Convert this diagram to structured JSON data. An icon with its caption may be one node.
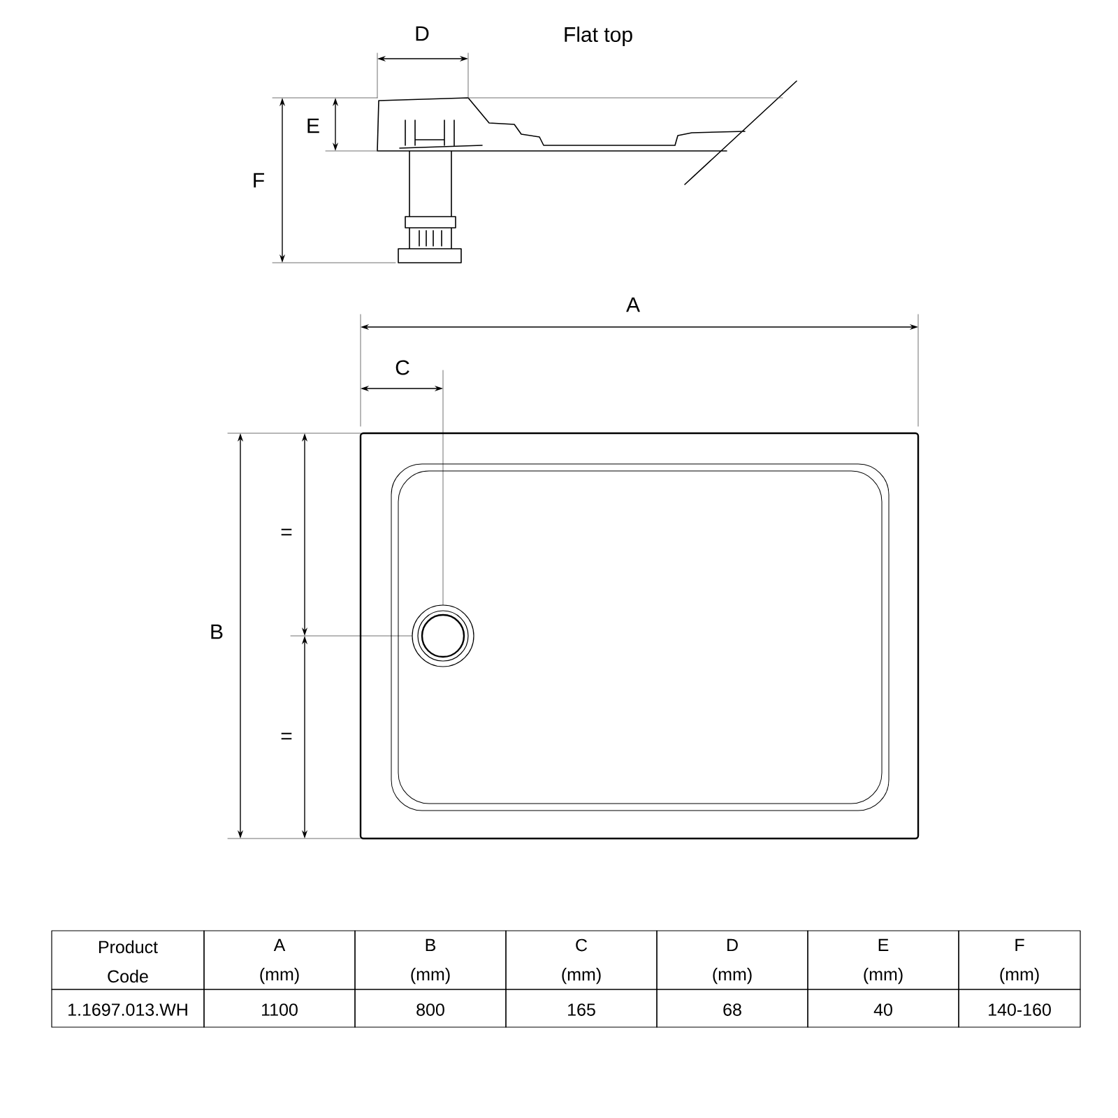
{
  "diagram": {
    "labels": [
      "D",
      "Flat top",
      "E",
      "F",
      "A",
      "C",
      "=",
      "B",
      "=",
      "Product Code",
      "A (mm)",
      "B (mm)",
      "C (mm)",
      "D (mm)",
      "E (mm)",
      "F (mm)",
      "1.1697.013.WH",
      "1100",
      "800",
      "165",
      "68",
      "40",
      "140-160"
    ]
  }
}
